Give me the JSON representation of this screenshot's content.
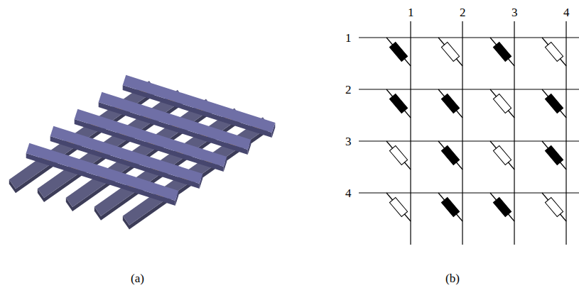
{
  "diagram": {
    "labels": [
      "1",
      "2",
      "3",
      "4",
      "1",
      "2",
      "3",
      "4",
      "(a)",
      "(b)"
    ]
  }
}
